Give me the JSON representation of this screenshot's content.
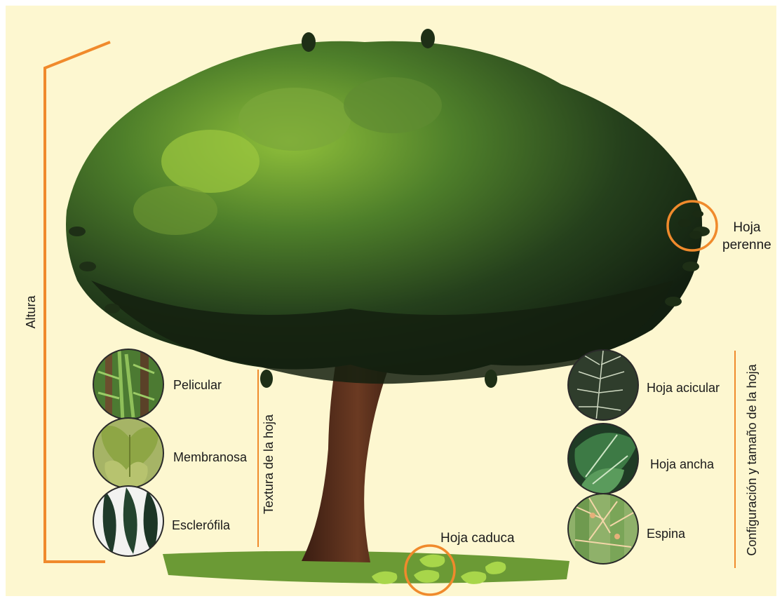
{
  "diagram": {
    "background_color": "#fdf7d0",
    "accent_color": "#f08a2c",
    "labels": {
      "height": "Altura",
      "evergreen_line1": "Hoja",
      "evergreen_line2": "perenne",
      "deciduous": "Hoja caduca",
      "texture_group": "Textura de la hoja",
      "shape_group": "Configuración y tamaño de la hoja"
    },
    "texture_items": [
      {
        "label": "Pelicular",
        "icon": "fern-leaf-photo"
      },
      {
        "label": "Membranosa",
        "icon": "heart-leaf-photo"
      },
      {
        "label": "Esclerófila",
        "icon": "leathery-leaf-photo"
      }
    ],
    "shape_items": [
      {
        "label": "Hoja acicular",
        "icon": "needle-leaf-photo"
      },
      {
        "label": "Hoja ancha",
        "icon": "broad-leaf-photo"
      },
      {
        "label": "Espina",
        "icon": "cactus-spine-photo"
      }
    ]
  }
}
